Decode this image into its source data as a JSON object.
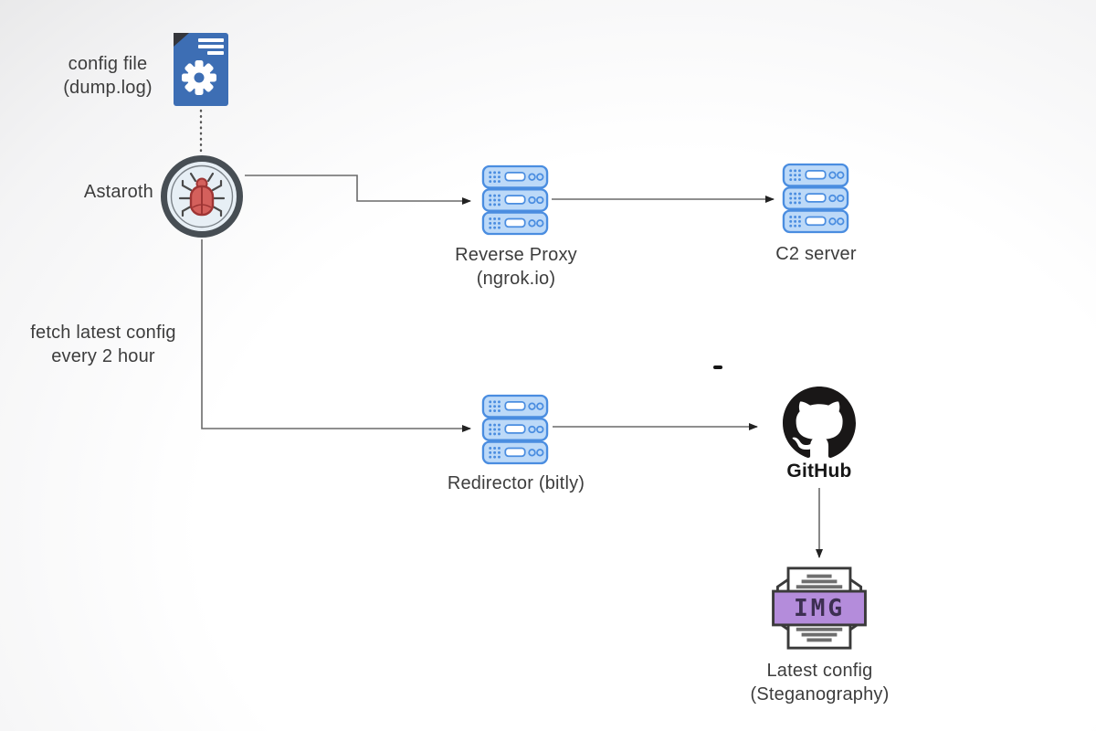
{
  "diagram": {
    "nodes": {
      "config_file": {
        "line1": "config file",
        "line2": "(dump.log)"
      },
      "astaroth": {
        "label": "Astaroth"
      },
      "reverse_proxy": {
        "line1": "Reverse Proxy",
        "line2": "(ngrok.io)"
      },
      "c2_server": {
        "label": "C2 server"
      },
      "redirector": {
        "label": "Redirector (bitly)"
      },
      "github": {
        "label": "GitHub"
      },
      "latest_config": {
        "line1": "Latest config",
        "line2": "(Steganography)",
        "badge": "IMG"
      }
    },
    "annotations": {
      "fetch_line1": "fetch latest config",
      "fetch_line2": "every 2 hour"
    },
    "colors": {
      "doc_blue": "#3d6eb4",
      "doc_fold": "#35363c",
      "server_fill": "#bcd9f8",
      "server_stroke": "#4a8de0",
      "node_ring": "#474e54",
      "node_fill": "#e7eff5",
      "bug_red": "#d4605c",
      "bug_red_dark": "#9e3534",
      "bug_leg": "#4a4a4a",
      "banner_purple": "#b48cdb",
      "banner_text": "#3d2f52",
      "stack_gray": "#6e6e6e",
      "icon_outline": "#3a3a3a",
      "github_black": "#191717",
      "edge_gray": "#6a6a6a",
      "arrow_dark": "#222222",
      "text_dark": "#3d3d3d"
    }
  }
}
